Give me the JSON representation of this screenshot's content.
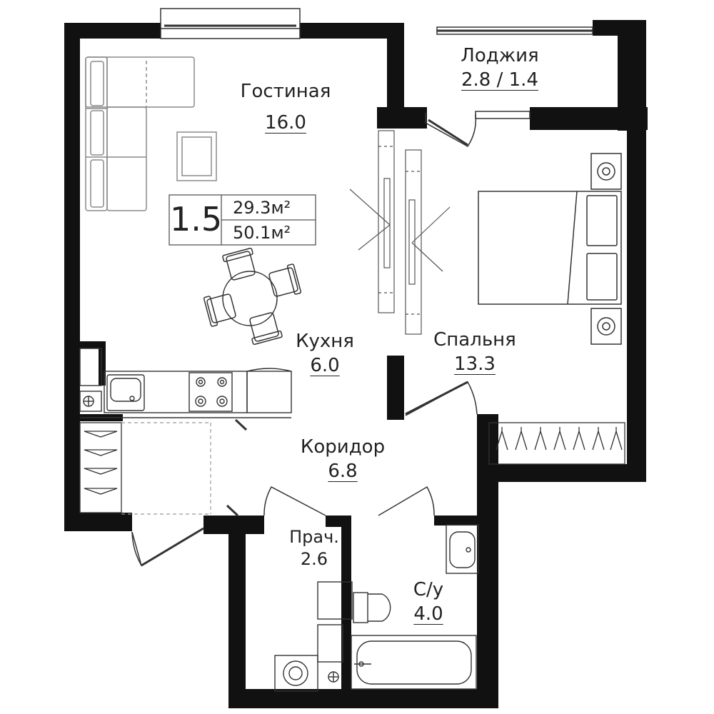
{
  "summary": {
    "rooms": "1.5",
    "living_area": "29.3м²",
    "total_area": "50.1м²"
  },
  "rooms": {
    "living": {
      "name": "Гостиная",
      "area": "16.0"
    },
    "loggia": {
      "name": "Лоджия",
      "area": "2.8 / 1.4"
    },
    "bedroom": {
      "name": "Спальня",
      "area": "13.3"
    },
    "kitchen": {
      "name": "Кухня",
      "area": "6.0"
    },
    "corridor": {
      "name": "Коридор",
      "area": "6.8"
    },
    "laundry": {
      "name": "Прач.",
      "area": "2.6"
    },
    "bathroom": {
      "name": "С/у",
      "area": "4.0"
    }
  },
  "colors": {
    "wall": "#111111",
    "furniture": "#8a8a8a",
    "text": "#222222"
  }
}
